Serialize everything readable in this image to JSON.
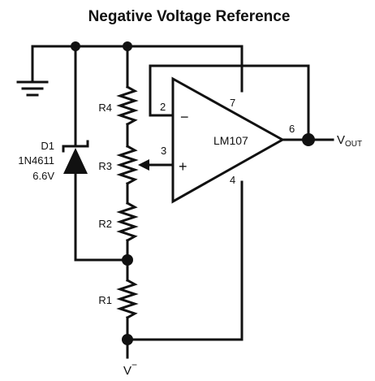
{
  "title": "Negative Voltage Reference",
  "components": {
    "diode": {
      "ref": "D1",
      "part": "1N4611",
      "voltage": "6.6V"
    },
    "resistors": [
      "R4",
      "R3",
      "R2",
      "R1"
    ],
    "opamp": {
      "part": "LM107",
      "pins": {
        "inv": "2",
        "noninv": "3",
        "vplus": "7",
        "vminus": "4",
        "out": "6"
      },
      "signs": {
        "inv": "−",
        "noninv": "+"
      }
    }
  },
  "nets": {
    "output_label": "V",
    "output_sub": "OUT",
    "supply_label": "V",
    "supply_sup": "−"
  }
}
